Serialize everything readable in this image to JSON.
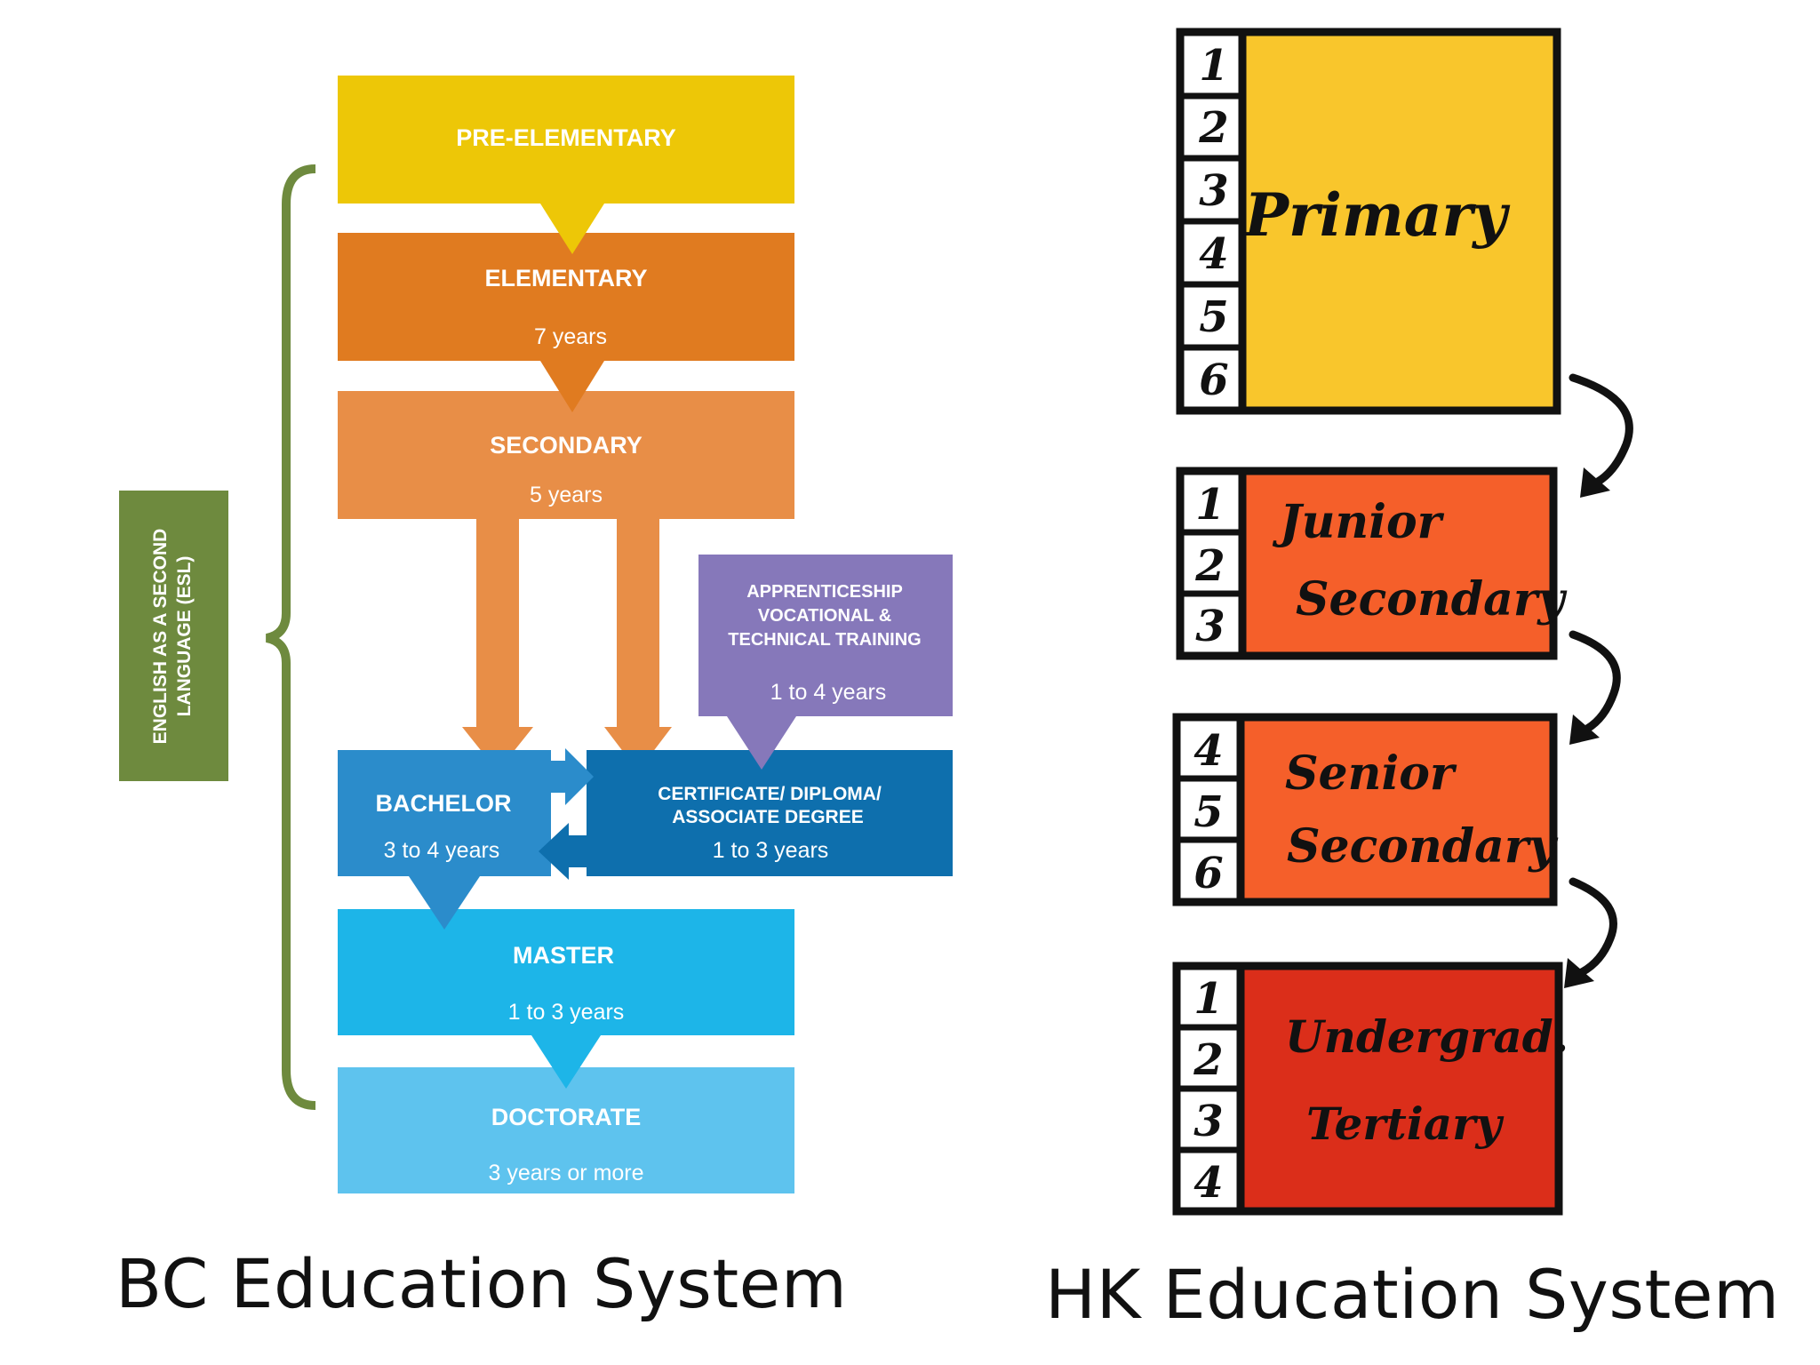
{
  "bc": {
    "caption": "BC Education System",
    "esl_label_line1": "ENGLISH AS A SECOND",
    "esl_label_line2": "LANGUAGE (ESL)",
    "blocks": {
      "pre_elementary": {
        "title": "PRE-ELEMENTARY",
        "color": "#EDC707"
      },
      "elementary": {
        "title": "ELEMENTARY",
        "duration": "7 years",
        "color": "#E07B20"
      },
      "secondary": {
        "title": "SECONDARY",
        "duration": "5 years",
        "color": "#E88E47"
      },
      "apprenticeship": {
        "line1": "APPRENTICESHIP",
        "line2": "VOCATIONAL &",
        "line3": "TECHNICAL TRAINING",
        "duration": "1 to 4 years",
        "color": "#8678BA"
      },
      "bachelor": {
        "title": "BACHELOR",
        "duration": "3 to 4 years",
        "color": "#2B8CCB"
      },
      "certificate": {
        "line1": "CERTIFICATE/ DIPLOMA/",
        "line2": "ASSOCIATE DEGREE",
        "duration": "1 to 3 years",
        "color": "#0E6FAD"
      },
      "master": {
        "title": "MASTER",
        "duration": "1 to 3 years",
        "color": "#1DB5E8"
      },
      "doctorate": {
        "title": "DOCTORATE",
        "duration": "3 years or more",
        "color": "#5EC3EE"
      }
    },
    "esl_color": "#6E8A3E"
  },
  "hk": {
    "caption": "HK Education System",
    "stages": [
      {
        "line1": "Primary",
        "line2": "",
        "grades": [
          "1",
          "2",
          "3",
          "4",
          "5",
          "6"
        ],
        "color": "#F9C62C"
      },
      {
        "line1": "Junior",
        "line2": "Secondary",
        "grades": [
          "1",
          "2",
          "3"
        ],
        "color": "#F55F2A"
      },
      {
        "line1": "Senior",
        "line2": "Secondary",
        "grades": [
          "4",
          "5",
          "6"
        ],
        "color": "#F55F2A"
      },
      {
        "line1": "Undergrad.",
        "line2": "Tertiary",
        "grades": [
          "1",
          "2",
          "3",
          "4"
        ],
        "color": "#DB2E1A"
      }
    ]
  }
}
